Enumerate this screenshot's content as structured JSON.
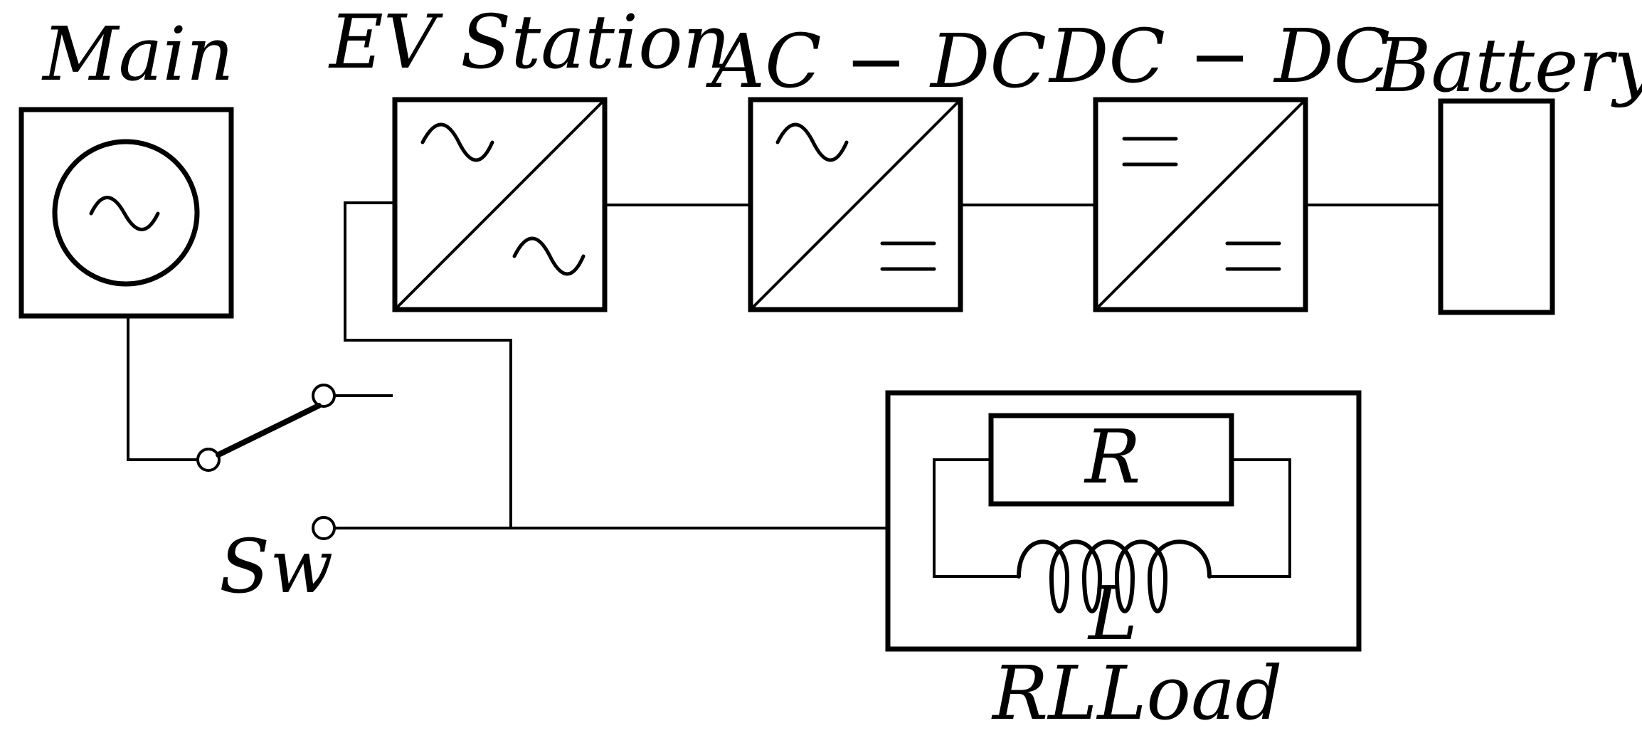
{
  "labels": {
    "main": "Main",
    "ev_station": "EV Station",
    "ac_dc": "AC − DC",
    "dc_dc": "DC − DC",
    "battery": "Battery",
    "switch": "Sw",
    "resistor": "R",
    "inductor": "L",
    "rl_load": "RLLoad"
  },
  "colors": {
    "stroke": "#000000",
    "background": "#ffffff"
  }
}
